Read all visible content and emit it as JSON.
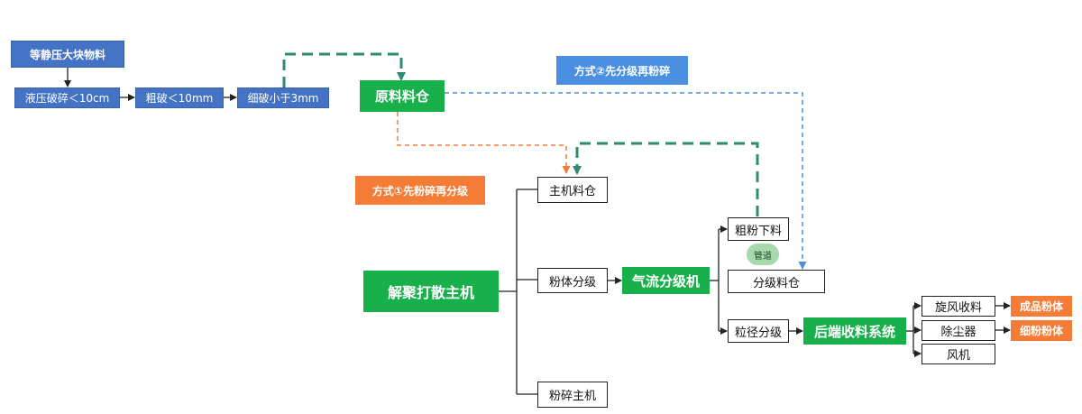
{
  "diagram": {
    "blue_boxes": {
      "material": "等静压大块物料",
      "hydraulic": "液压破碎＜10cm",
      "coarse": "粗破＜10mm",
      "fine": "细破小于3mm"
    },
    "raw_bin": "原料料仓",
    "method2_tag": "方式②先分级再粉碎",
    "method1_tag": "方式①先粉碎再分级",
    "main_bin": "主机料仓",
    "deagglomerate": "解聚打散主机",
    "powder_classify": "粉体分级",
    "airflow_classifier": "气流分级机",
    "pulverize": "粉碎主机",
    "coarse_discharge": "粗粉下料",
    "pipe_note": "管道",
    "classified_bin": "分级料仓",
    "grain_classify": "粒径分级",
    "backend": "后端收料系统",
    "cyclone": "旋风收料",
    "dust_collector": "除尘器",
    "fan": "风机",
    "product_powder": "成品粉体",
    "fine_powder": "细粉粉体"
  },
  "colors": {
    "blue": "#4472c4",
    "green": "#18b04b",
    "orange": "#f47c36",
    "light_blue": "#4a8fe1",
    "teal_dash": "#2e8b72"
  }
}
